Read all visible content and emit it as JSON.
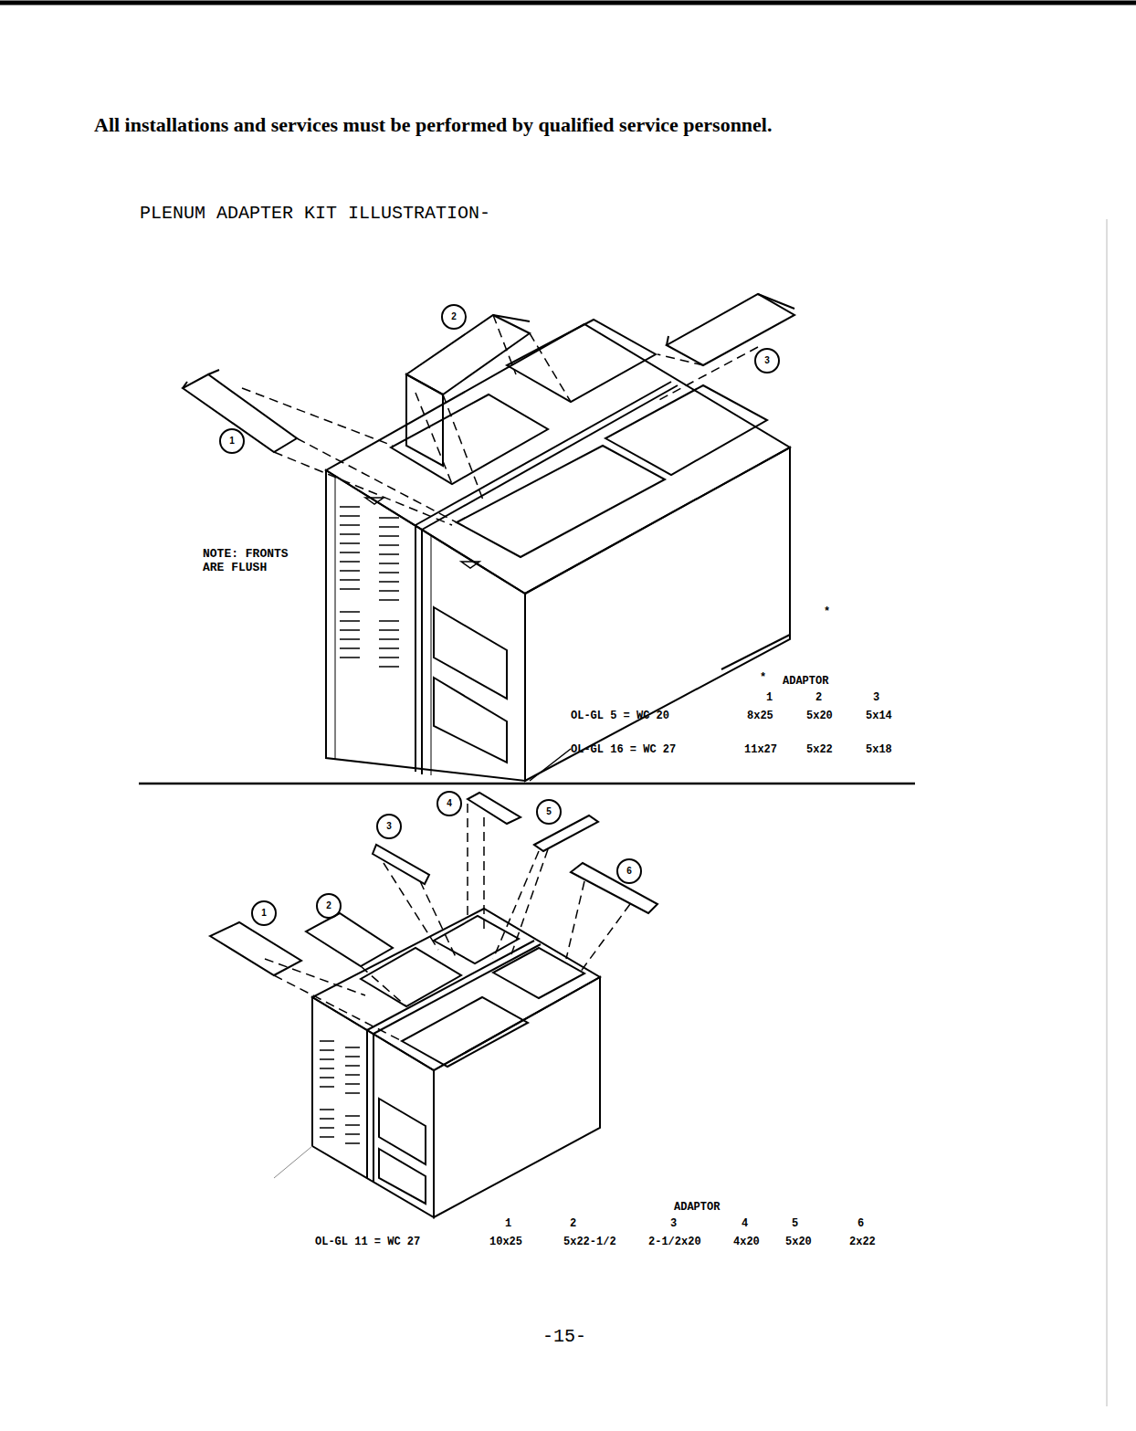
{
  "diagram": {
    "title": "PLENUM ADAPTER KIT ILLUSTRATION-",
    "labels": [
      "All installations and services must be performed by qualified service personnel.",
      "NOTE: FRONTS ARE FLUSH",
      "2",
      "3",
      "1",
      "*",
      "*",
      "ADAPTOR",
      "1",
      "2",
      "3",
      "OL-GL 5 = WC 20",
      "8x25",
      "5x20",
      "5x14",
      "OL-GL 16 = WC 27",
      "11x27",
      "5x22",
      "5x18",
      "4",
      "5",
      "3",
      "6",
      "1",
      "2",
      "ADAPTOR",
      "1",
      "2",
      "3",
      "4",
      "5",
      "6",
      "OL-GL 11 = WC 27",
      "10x25",
      "5x22-1/2",
      "2-1/2x20",
      "4x20",
      "5x20",
      "2x22",
      "-15-"
    ]
  }
}
